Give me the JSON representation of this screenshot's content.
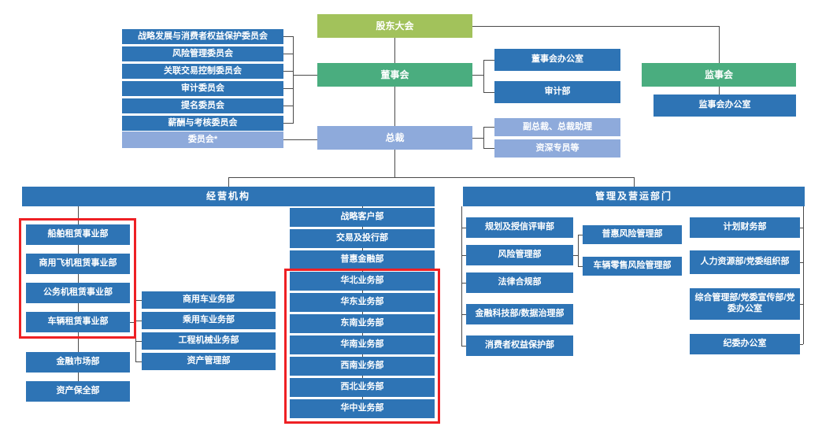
{
  "governance": {
    "shareholders_meeting": "股东大会",
    "board_of_directors": "董事会",
    "board_office": "董事会办公室",
    "audit_department": "审计部",
    "supervisory_board": "监事会",
    "supervisory_board_office": "监事会办公室",
    "president": "总裁",
    "vice_presidents": "副总裁、总裁助理",
    "senior_specialists": "资深专员等",
    "committees_note": "委员会*"
  },
  "board_committees": [
    "战略发展与消费者权益保护委员会",
    "风险管理委员会",
    "关联交易控制委员会",
    "审计委员会",
    "提名委员会",
    "薪酬与考核委员会"
  ],
  "business_units": {
    "header": "经营机构",
    "leasing_divisions": [
      "船舶租赁事业部",
      "商用飞机租赁事业部",
      "公务机租赁事业部",
      "车辆租赁事业部"
    ],
    "market_divisions": [
      "金融市场部",
      "资产保全部"
    ],
    "vehicle_sub_departments": [
      "商用车业务部",
      "乘用车业务部",
      "工程机械业务部",
      "资产管理部"
    ],
    "client_departments": [
      "战略客户部",
      "交易及投行部",
      "普惠金融部"
    ],
    "regional_departments": [
      "华北业务部",
      "华东业务部",
      "东南业务部",
      "华南业务部",
      "西南业务部",
      "西北业务部",
      "华中业务部"
    ]
  },
  "management_units": {
    "header": "管理及营运部门",
    "control_departments": [
      "规划及授信评审部",
      "风险管理部",
      "法律合规部",
      "金融科技部/数据治理部",
      "消费者权益保护部"
    ],
    "risk_sub_departments": [
      "普惠风险管理部",
      "车辆零售风险管理部"
    ],
    "support_departments": [
      "计划财务部",
      "人力资源部/党委组织部",
      "综合管理部/党委宣传部/党委办公室",
      "纪委办公室"
    ]
  },
  "colors": {
    "shareholders_green": "#A2C25B",
    "board_green": "#4AAD7F",
    "department_blue": "#2E74B5",
    "light_blue": "#8EAADB",
    "highlight_red": "#EE2024"
  }
}
